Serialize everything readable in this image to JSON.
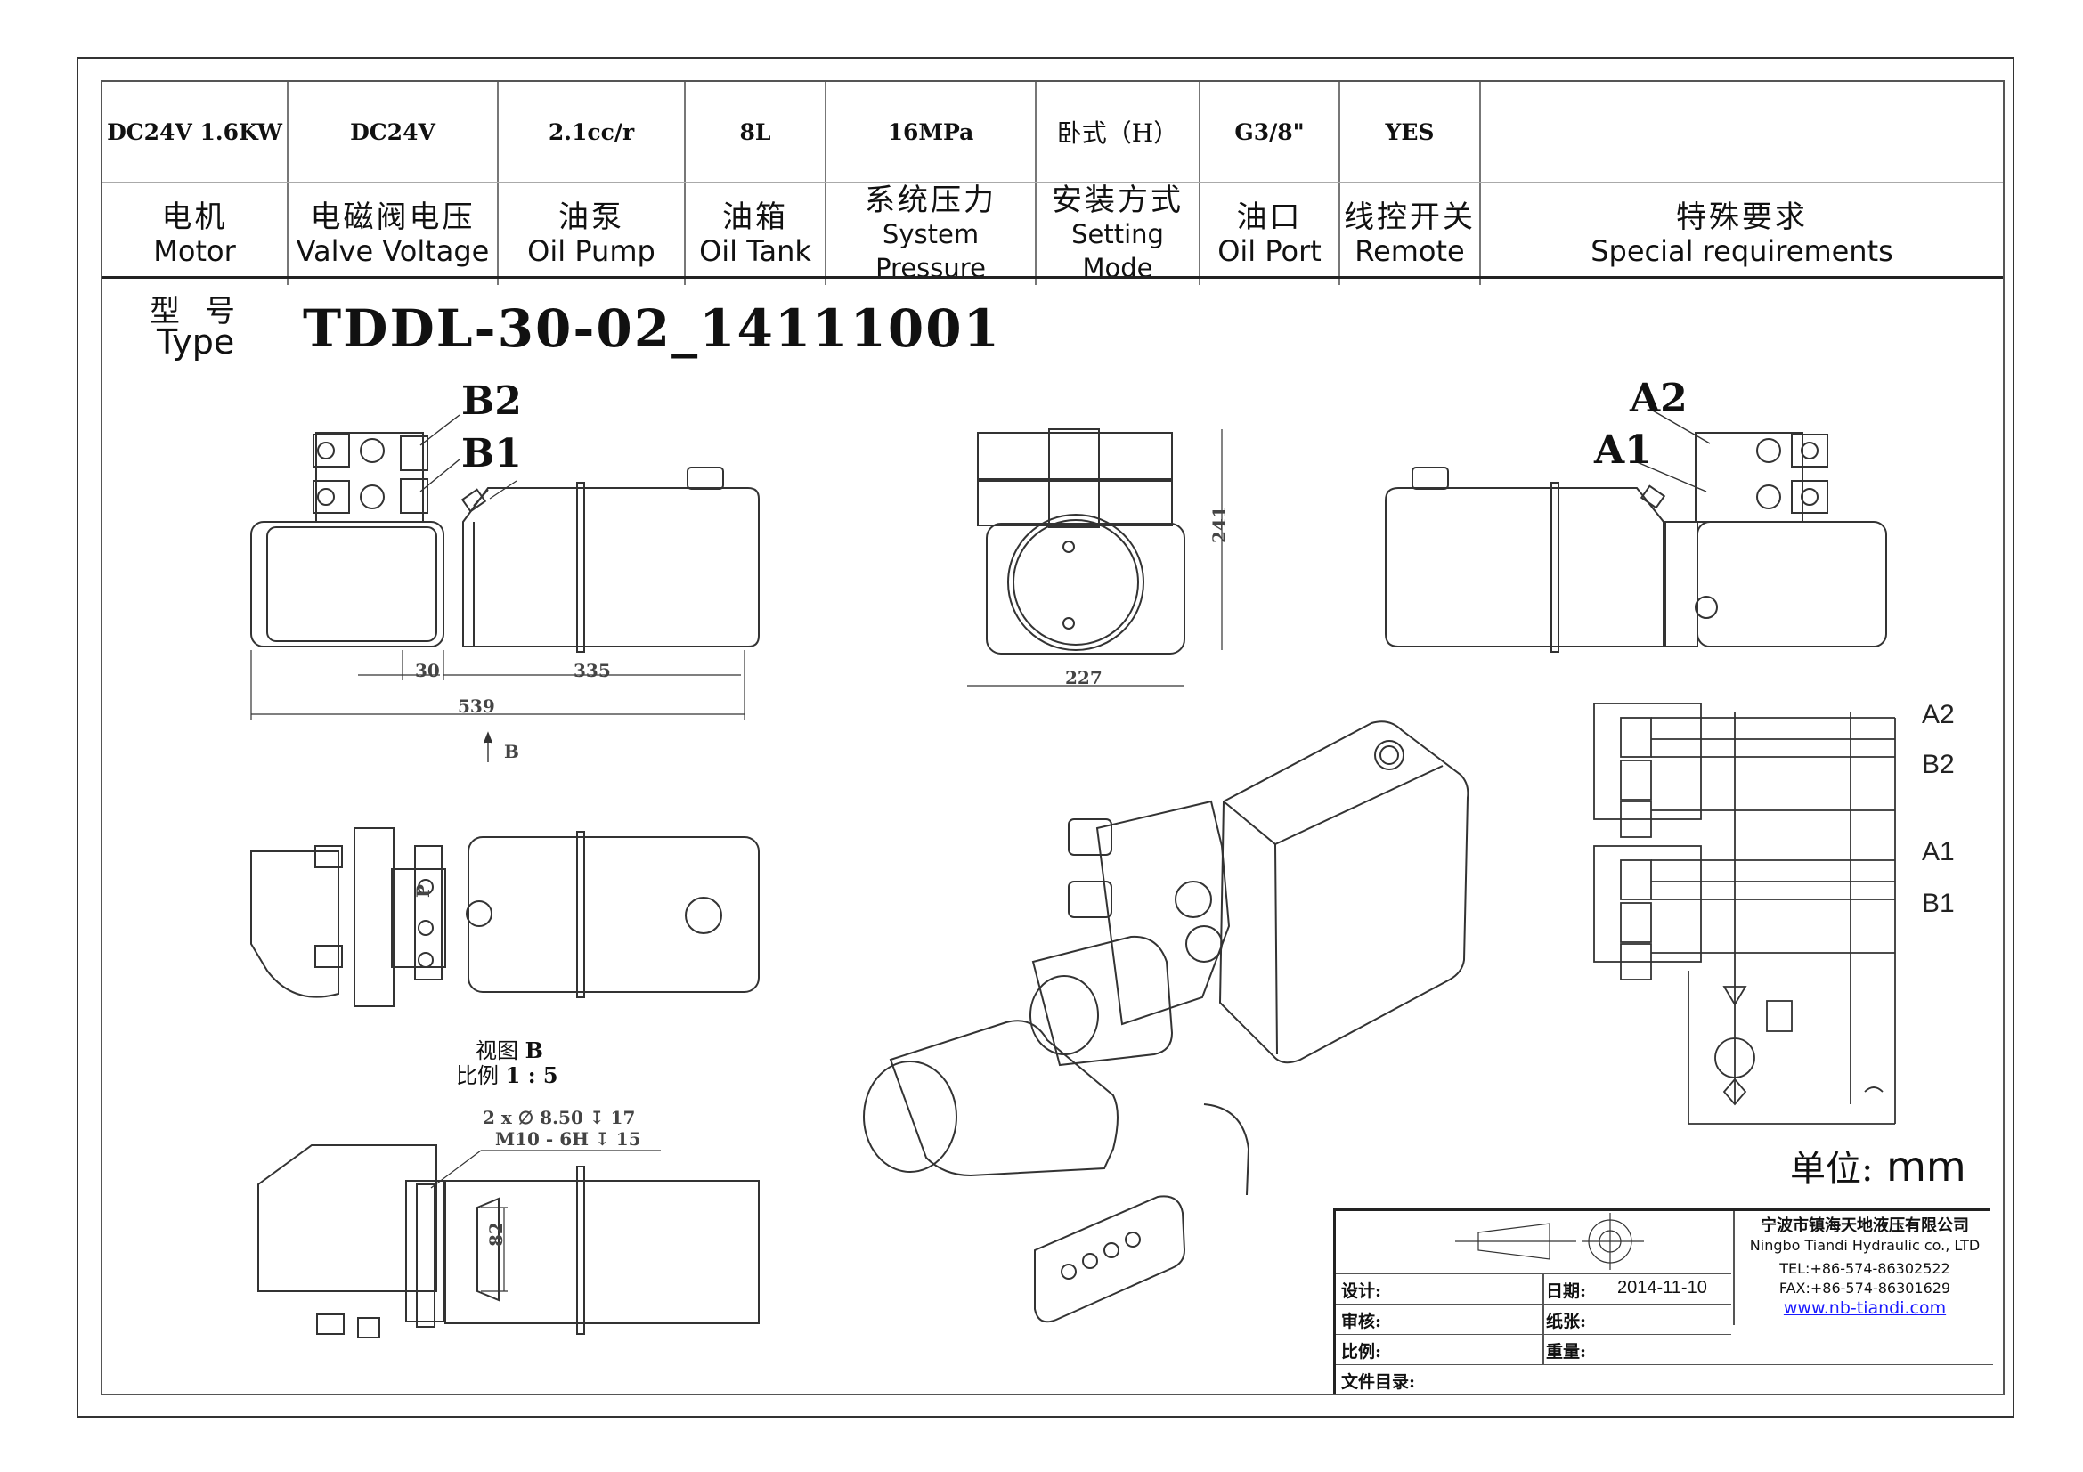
{
  "specs": {
    "motor_value": "DC24V 1.6KW",
    "valve_value": "DC24V",
    "pump_value": "2.1cc/r",
    "tank_value": "8L",
    "pressure_value": "16MPa",
    "mount_value": "卧式（H）",
    "port_value": "G3/8\"",
    "remote_value": "YES",
    "special_value": "",
    "motor_cn": "电机",
    "motor_en": "Motor",
    "valve_cn": "电磁阀电压",
    "valve_en": "Valve Voltage",
    "pump_cn": "油泵",
    "pump_en": "Oil Pump",
    "tank_cn": "油箱",
    "tank_en": "Oil Tank",
    "pressure_cn": "系统压力",
    "pressure_en": "System Pressure",
    "mount_cn": "安装方式",
    "mount_en": "Setting Mode",
    "port_cn": "油口",
    "port_en": "Oil Port",
    "remote_cn": "线控开关",
    "remote_en": "Remote",
    "special_cn": "特殊要求",
    "special_en": "Special requirements"
  },
  "type": {
    "label_cn": "型号",
    "label_en": "Type",
    "model": "TDDL-30-02_14111001"
  },
  "ports": {
    "b2": "B2",
    "b1": "B1",
    "a2": "A2",
    "a1": "A1"
  },
  "dimensions": {
    "d30": "30",
    "d335": "335",
    "d539": "539",
    "d241": "241",
    "d227": "227",
    "d82": "82",
    "view_arrow": "B",
    "hole_note_1": "2 x ∅ 8.50 ↧ 17",
    "hole_note_2": "M10 - 6H ↧ 15"
  },
  "view_caption": {
    "view_cn": "视图",
    "view_letter": "B",
    "scale_cn": "比例",
    "scale_value": "1 : 5"
  },
  "unit": {
    "label_cn": "单位:",
    "value": "mm"
  },
  "title_block": {
    "design": "设计:",
    "date_label": "日期:",
    "date_value": "2014-11-10",
    "review": "审核:",
    "paper": "纸张:",
    "scale": "比例:",
    "weight": "重量:",
    "file": "文件目录:",
    "company_cn": "宁波市镇海天地液压有限公司",
    "company_en": "Ningbo Tiandi Hydraulic co., LTD",
    "tel": "TEL:+86-574-86302522",
    "fax": "FAX:+86-574-86301629",
    "web": "www.nb-tiandi.com"
  }
}
